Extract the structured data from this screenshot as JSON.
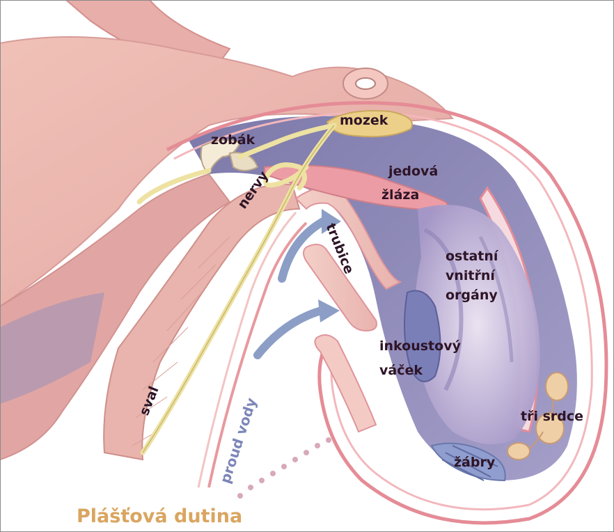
{
  "diagram": {
    "colors": {
      "skin": "#eab3ac",
      "skin_dark": "#d98f8a",
      "mantle_outline": "#e58c96",
      "cavity": "#7d73a8",
      "nerve": "#ede2a2",
      "brain": "#ecd08a",
      "organs": "#b9a9cd",
      "ink_sac": "#7a7fb8",
      "water_arrow": "#8c9ec6",
      "label_text": "#3a1a2c",
      "title_text": "#d9a560"
    },
    "labels": {
      "mozek": "mozek",
      "zobak": "zobák",
      "nervy": "nervy",
      "jedova": "jedová",
      "zlaza": "žláza",
      "trubice": "trubice",
      "ostatni": "ostatní",
      "vnitrni": "vnitřní",
      "organy": "orgány",
      "inkoustovy": "inkoustový",
      "vacek": "váček",
      "sval": "sval",
      "proud_vody": "proud vody",
      "tri_srdce": "tři srdce",
      "zabry": "žábry",
      "plastova_dutina": "Plášťová dutina"
    }
  }
}
